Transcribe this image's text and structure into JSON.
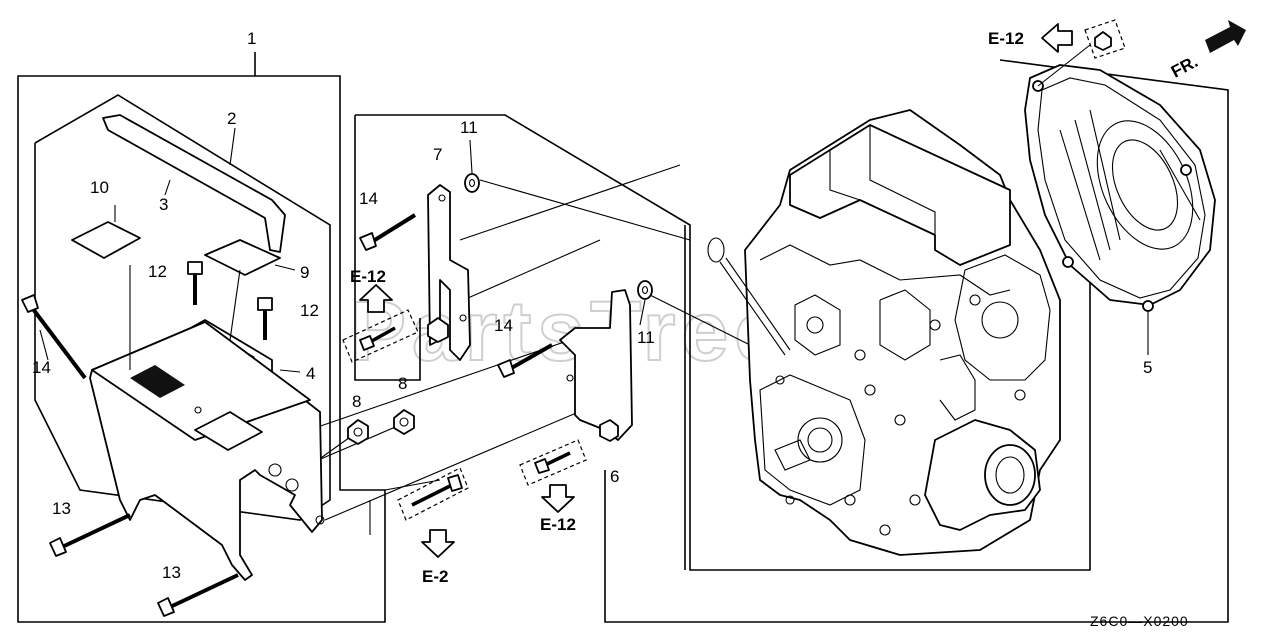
{
  "diagram": {
    "code": "Z6C0—X0200",
    "watermark": "PartsTree",
    "direction_label": "FR.",
    "callouts": [
      "1",
      "2",
      "3",
      "4",
      "5",
      "6",
      "7",
      "8",
      "8",
      "9",
      "10",
      "11",
      "11",
      "12",
      "12",
      "13",
      "13",
      "14",
      "14",
      "14"
    ],
    "refs": [
      "E-12",
      "E-12",
      "E-12",
      "E-2"
    ]
  }
}
